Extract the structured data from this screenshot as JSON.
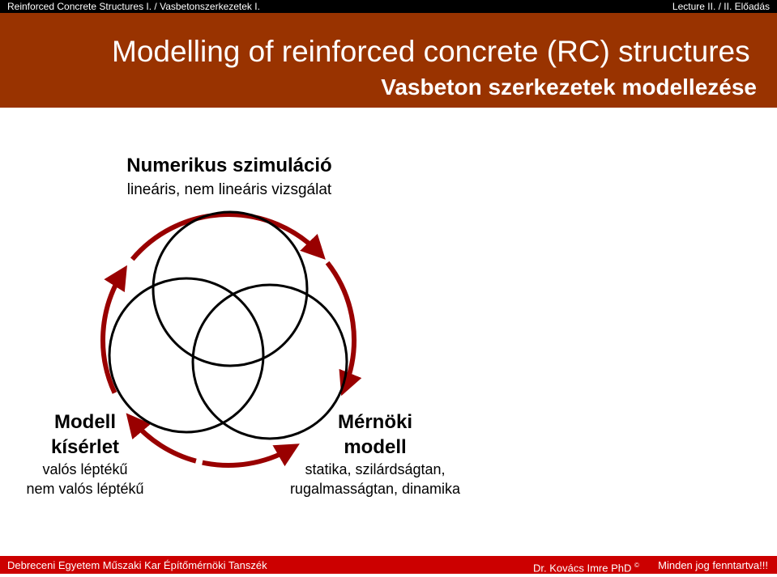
{
  "topbar": {
    "left": "Reinforced Concrete Structures I. / Vasbetonszerkezetek I.",
    "right": "Lecture II. / II. Előadás"
  },
  "header": {
    "title": "Modelling of reinforced concrete (RC) structures",
    "subtitle": "Vasbeton szerkezetek modellezése"
  },
  "diagram": {
    "top": {
      "title": "Numerikus szimuláció",
      "subtitle": "lineáris, nem lineáris vizsgálat"
    },
    "left": {
      "title_line1": "Modell",
      "title_line2": "kísérlet",
      "sub_line1": "valós léptékű",
      "sub_line2": "nem valós léptékű"
    },
    "right": {
      "title_line1": "Mérnöki",
      "title_line2": "modell",
      "sub_line1": "statika, szilárdságtan,",
      "sub_line2": "rugalmasságtan, dinamika"
    },
    "arrow_color": "#990000"
  },
  "footer": {
    "left": "Debreceni Egyetem Műszaki Kar Építőmérnöki Tanszék",
    "author": "Dr. Kovács Imre PhD",
    "copyright": "©",
    "rights": "Minden jog fenntartva!!!"
  }
}
